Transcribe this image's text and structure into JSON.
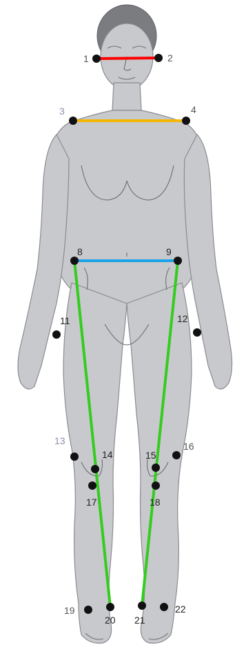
{
  "landmarks": [
    {
      "id": "1",
      "label": "1",
      "color": "#555555"
    },
    {
      "id": "2",
      "label": "2",
      "color": "#555555"
    },
    {
      "id": "3",
      "label": "3",
      "color": "#8a8ea6"
    },
    {
      "id": "4",
      "label": "4",
      "color": "#555555"
    },
    {
      "id": "8",
      "label": "8",
      "color": "#222222"
    },
    {
      "id": "9",
      "label": "9",
      "color": "#222222"
    },
    {
      "id": "11",
      "label": "11",
      "color": "#222222"
    },
    {
      "id": "12",
      "label": "12",
      "color": "#222222"
    },
    {
      "id": "13",
      "label": "13",
      "color": "#8a8ea6"
    },
    {
      "id": "14",
      "label": "14",
      "color": "#222222"
    },
    {
      "id": "15",
      "label": "15",
      "color": "#222222"
    },
    {
      "id": "16",
      "label": "16",
      "color": "#555555"
    },
    {
      "id": "17",
      "label": "17",
      "color": "#222222"
    },
    {
      "id": "18",
      "label": "18",
      "color": "#222222"
    },
    {
      "id": "19",
      "label": "19",
      "color": "#555555"
    },
    {
      "id": "20",
      "label": "20",
      "color": "#222222"
    },
    {
      "id": "21",
      "label": "21",
      "color": "#222222"
    },
    {
      "id": "22",
      "label": "22",
      "color": "#222222"
    }
  ],
  "measurement_lines": [
    {
      "id": "head-width",
      "from": "1",
      "to": "2",
      "color": "#ff0000"
    },
    {
      "id": "shoulder-width",
      "from": "3",
      "to": "4",
      "color": "#f5b800"
    },
    {
      "id": "hip-width",
      "from": "8",
      "to": "9",
      "color": "#1aa3e8"
    },
    {
      "id": "left-leg",
      "from": "8",
      "to": "20",
      "color": "#33cc1f"
    },
    {
      "id": "right-leg",
      "from": "9",
      "to": "21",
      "color": "#33cc1f"
    }
  ],
  "colors": {
    "body": "#c8c9cc",
    "outline": "#8a8b8f",
    "hair": "#7b7c80",
    "point": "#111111"
  }
}
